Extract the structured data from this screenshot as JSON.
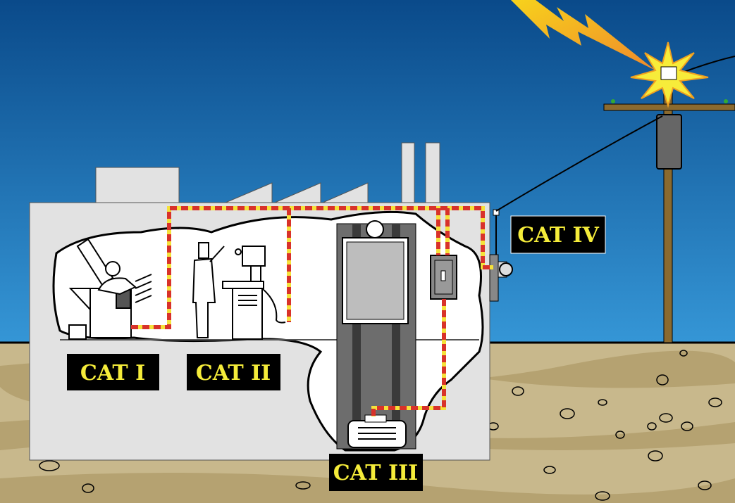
{
  "labels": {
    "cat1": "CAT I",
    "cat2": "CAT II",
    "cat3": "CAT III",
    "cat4": "CAT IV"
  },
  "colors": {
    "sky_top": "#0a4a8a",
    "sky_bottom": "#3596d6",
    "ground": "#c8b88c",
    "building": "#e2e2e2",
    "label_bg": "#000000",
    "label_text": "#f5ec3a",
    "wire_red": "#d8322a",
    "wire_yellow": "#f5e23a"
  }
}
